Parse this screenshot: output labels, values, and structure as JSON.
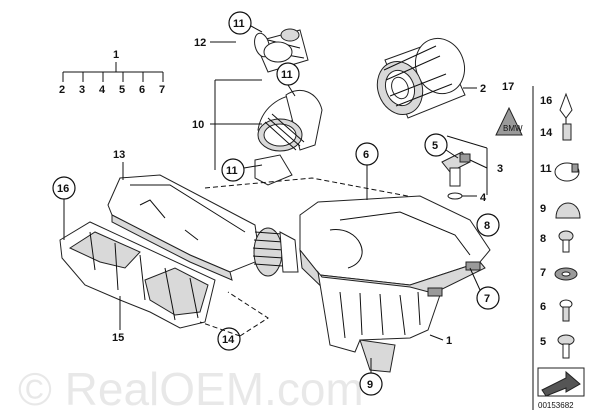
{
  "diagram": {
    "labels": {
      "l1": "1",
      "l2": "2",
      "l3": "3",
      "l4": "4",
      "l5": "5",
      "l6": "6",
      "l7": "7",
      "l8": "8",
      "l9": "9",
      "l10": "10",
      "l11": "11",
      "l12": "12",
      "l13": "13",
      "l14": "14",
      "l15": "15",
      "l16": "16",
      "l17": "17"
    },
    "sidebar_labels": [
      "16",
      "14",
      "11",
      "9",
      "8",
      "7",
      "6",
      "5"
    ],
    "kit_row": [
      "2",
      "3",
      "4",
      "5",
      "6",
      "7"
    ],
    "watermark": "© RealOEM.com",
    "image_code": "00153682"
  }
}
